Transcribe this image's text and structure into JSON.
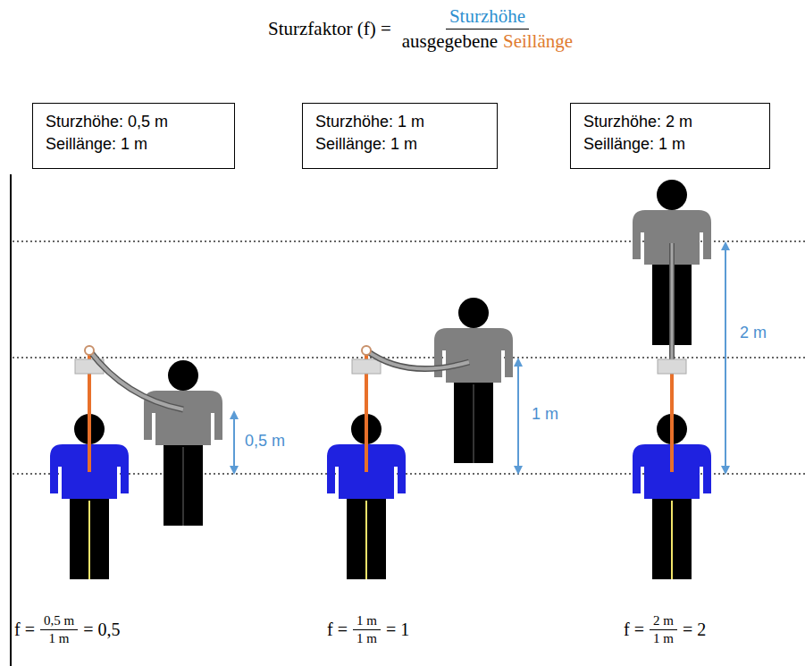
{
  "diagram": {
    "nodes": [
      {
        "text": [
          "Sturzhöhe: 0,5 m",
          "Seillänge: 1 m"
        ]
      },
      {
        "text": [
          "Sturzhöhe: 1 m",
          "Seillänge: 1 m"
        ]
      },
      {
        "text": [
          "Sturzhöhe: 2 m",
          "Seillänge: 1 m"
        ]
      }
    ],
    "labels": [
      "Sturzfaktor (f) =",
      "Sturzhöhe",
      "ausgegebene",
      "Seillänge",
      "0,5 m",
      "1 m",
      "2 m",
      "f =",
      "0,5 m",
      "1 m",
      "= 0,5",
      "f =",
      "1 m",
      "1 m",
      "= 1",
      "f =",
      "2 m",
      "1 m",
      "= 2"
    ]
  }
}
